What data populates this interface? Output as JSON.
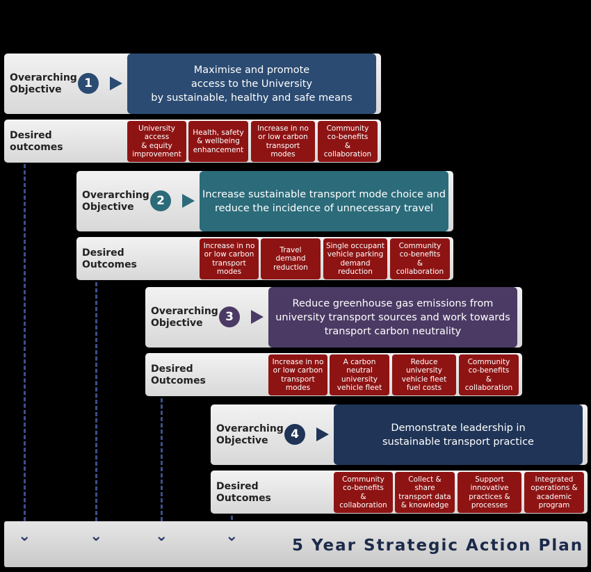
{
  "colors": {
    "obj1": "#2b4b72",
    "obj2": "#2b6b7a",
    "obj3": "#4b3a64",
    "obj4": "#1f3456",
    "outcome": "#8e1414"
  },
  "rows": [
    {
      "label": "Overarching\nObjective",
      "number": "1",
      "objective": "Maximise and promote\naccess to the University\nby sustainable, healthy and safe means",
      "outcomes_label": "Desired\noutcomes",
      "outcomes": [
        "University\naccess\n& equity\nimprovement",
        "Health, safety\n&  wellbeing\nenhancement",
        "Increase in no\nor low carbon\ntransport\nmodes",
        "Community\nco-benefits\n&\ncollaboration"
      ]
    },
    {
      "label": "Overarching\nObjective",
      "number": "2",
      "objective": "Increase sustainable transport mode choice and\nreduce the incidence of unnecessary travel",
      "outcomes_label": "Desired\nOutcomes",
      "outcomes": [
        "Increase in no\nor low carbon\ntransport\nmodes",
        "Travel\ndemand\nreduction",
        "Single occupant\nvehicle parking\ndemand\nreduction",
        "Community\nco-benefits\n&\ncollaboration"
      ]
    },
    {
      "label": "Overarching\nObjective",
      "number": "3",
      "objective": "Reduce greenhouse gas emissions from\nuniversity transport sources and work towards\ntransport carbon neutrality",
      "outcomes_label": "Desired\nOutcomes",
      "outcomes": [
        "Increase in no\nor low carbon\ntransport\nmodes",
        "A carbon\nneutral\nuniversity\nvehicle fleet",
        "Reduce\nuniversity\nvehicle fleet\nfuel costs",
        "Community\nco-benefits\n&\ncollaboration"
      ]
    },
    {
      "label": "Overarching\nObjective",
      "number": "4",
      "objective": "Demonstrate leadership in\nsustainable transport practice",
      "outcomes_label": "Desired\nOutcomes",
      "outcomes": [
        "Community\nco-benefits\n&\ncollaboration",
        "Collect &\nshare\ntransport data\n& knowledge",
        "Support\ninnovative\npractices &\nprocesses",
        "Integrated\noperations &\nacademic\nprogram"
      ]
    }
  ],
  "plan_title": "5 Year Strategic Action Plan"
}
